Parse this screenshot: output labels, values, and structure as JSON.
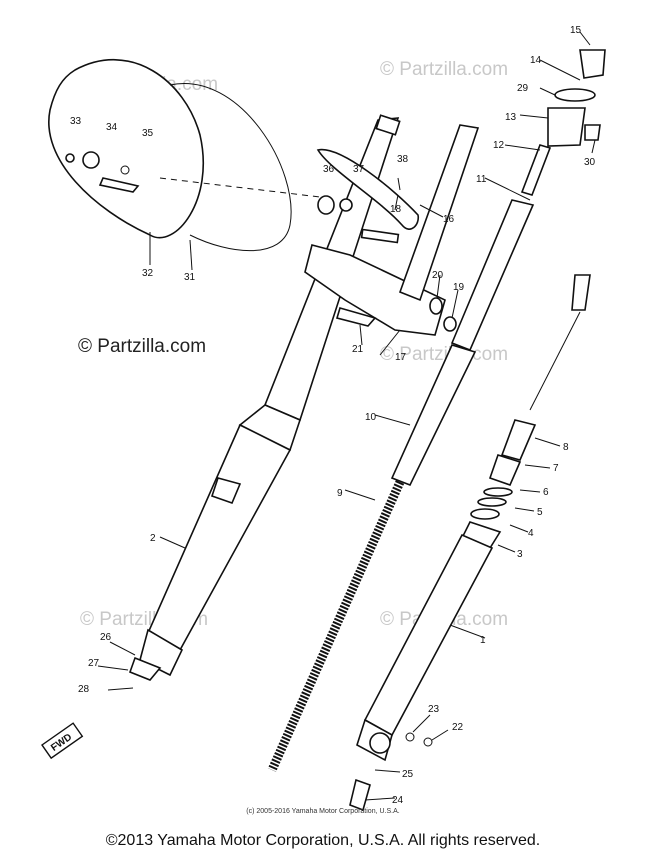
{
  "watermarks": {
    "main": "© Partzilla.com",
    "faint": "© Partzilla.com"
  },
  "part_labels": [
    "1",
    "2",
    "3",
    "4",
    "5",
    "6",
    "7",
    "8",
    "9",
    "10",
    "11",
    "12",
    "13",
    "14",
    "15",
    "16",
    "17",
    "18",
    "19",
    "20",
    "21",
    "22",
    "23",
    "24",
    "25",
    "26",
    "27",
    "28",
    "29",
    "30",
    "31",
    "32",
    "33",
    "34",
    "35",
    "36",
    "37",
    "38"
  ],
  "badge": "FWD",
  "inner_copyright": "(c) 2005-2016 Yamaha Motor Corporation, U.S.A.",
  "footer_copyright": "©2013 Yamaha Motor Corporation, U.S.A. All rights reserved."
}
